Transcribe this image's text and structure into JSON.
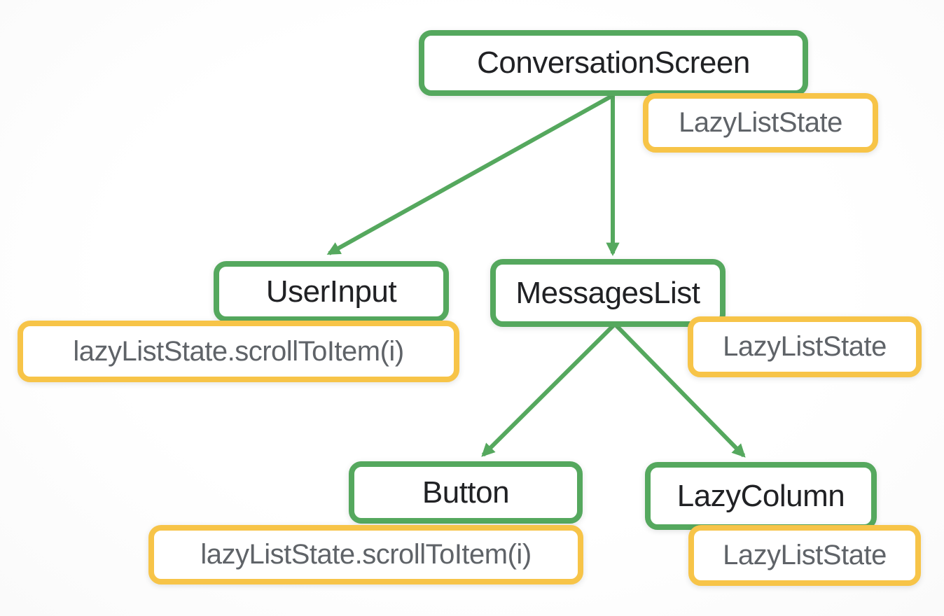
{
  "diagram": {
    "description": "Composable tree with hoisted LazyListState",
    "colors": {
      "composable_border": "#55a85e",
      "state_border": "#f7c448",
      "composable_text": "#202124",
      "state_text": "#5f6368",
      "edge": "#55a85e",
      "background": "#fdfdfd"
    },
    "nodes": {
      "conversation_screen": {
        "label": "ConversationScreen",
        "type": "composable"
      },
      "conversation_state": {
        "label": "LazyListState",
        "type": "state"
      },
      "user_input": {
        "label": "UserInput",
        "type": "composable"
      },
      "user_input_call": {
        "label": "lazyListState.scrollToItem(i)",
        "type": "state"
      },
      "messages_list": {
        "label": "MessagesList",
        "type": "composable"
      },
      "messages_list_state": {
        "label": "LazyListState",
        "type": "state"
      },
      "button": {
        "label": "Button",
        "type": "composable"
      },
      "button_call": {
        "label": "lazyListState.scrollToItem(i)",
        "type": "state"
      },
      "lazy_column": {
        "label": "LazyColumn",
        "type": "composable"
      },
      "lazy_column_state": {
        "label": "LazyListState",
        "type": "state"
      }
    },
    "edges": [
      {
        "from": "ConversationScreen",
        "to": "UserInput"
      },
      {
        "from": "ConversationScreen",
        "to": "MessagesList"
      },
      {
        "from": "MessagesList",
        "to": "Button"
      },
      {
        "from": "MessagesList",
        "to": "LazyColumn"
      }
    ]
  }
}
